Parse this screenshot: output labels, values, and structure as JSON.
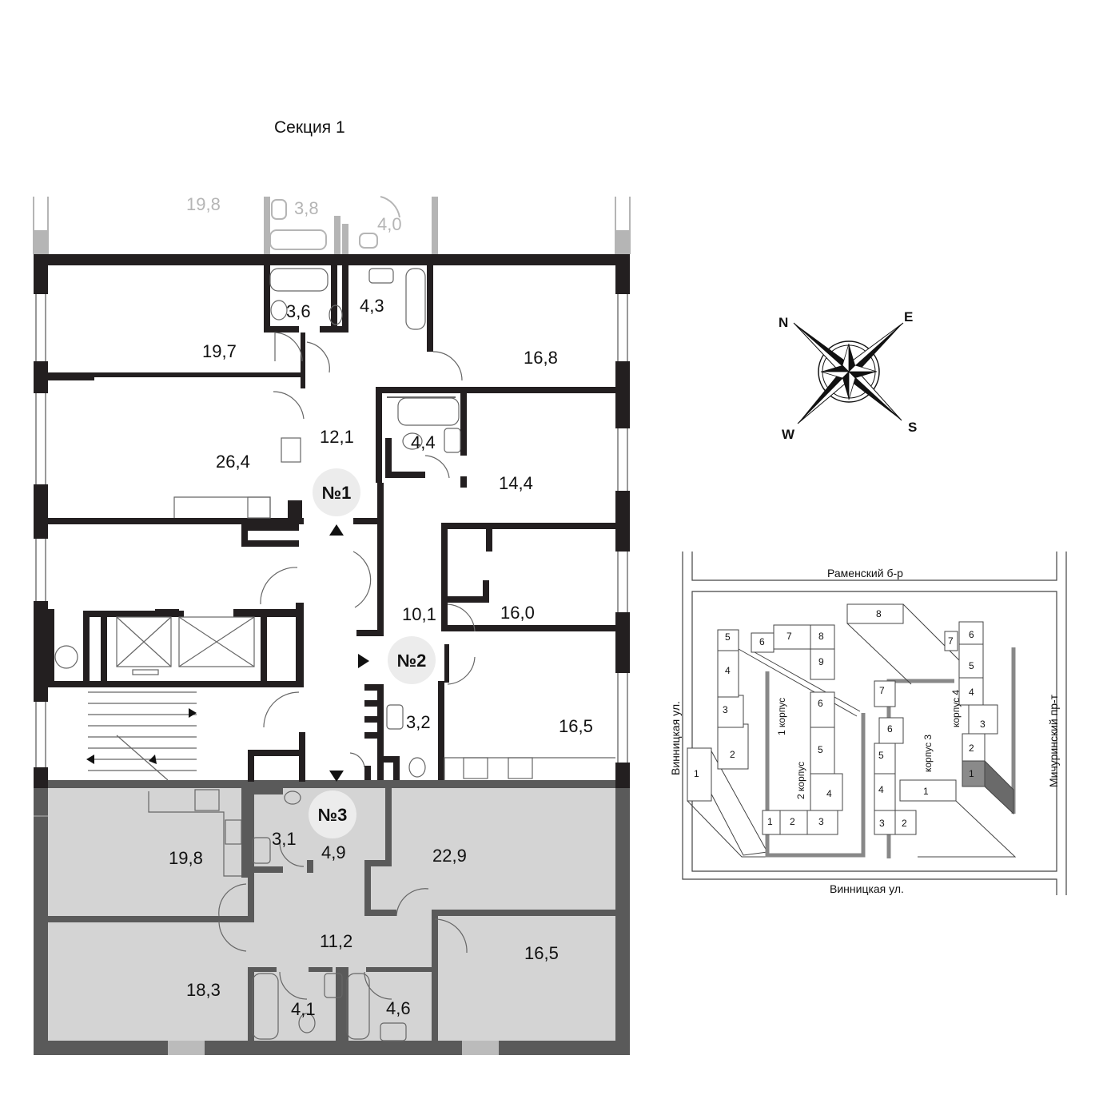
{
  "section_title": "Секция 1",
  "ghost_rooms": {
    "room_a": "19,8",
    "room_b": "3,8",
    "room_c": "4,0"
  },
  "rooms": {
    "r1": "19,7",
    "r2": "3,6",
    "r3": "4,3",
    "r4": "16,8",
    "r5": "26,4",
    "r6": "12,1",
    "r7": "4,4",
    "r8": "14,4",
    "r9": "16,0",
    "r10": "10,1",
    "r11": "16,5",
    "r12": "3,2",
    "r13": "19,8",
    "r14": "3,1",
    "r15": "4,9",
    "r16": "22,9",
    "r17": "11,2",
    "r18": "18,3",
    "r19": "4,1",
    "r20": "4,6",
    "r21": "16,5"
  },
  "apartments": {
    "a1": "№1",
    "a2": "№2",
    "a3": "№3"
  },
  "compass": {
    "n": "N",
    "e": "E",
    "s": "S",
    "w": "W"
  },
  "siteplan": {
    "street_top": "Раменский б-р",
    "street_bottom": "Винницкая ул.",
    "street_left": "Винницкая ул.",
    "street_right": "Мичуринский пр-т",
    "korpus1": "1 корпус",
    "korpus2": "2 корпус",
    "korpus3": "корпус 3",
    "korpus4": "корпус 4",
    "sections": {
      "k1_s1": "1",
      "k1_s2": "2",
      "k1_s3": "3",
      "k1_s4": "4",
      "k1_s5": "5",
      "k1_s6": "6",
      "k1_s7": "7",
      "k1_s8": "8",
      "k1_s9": "9",
      "k2_s1": "1",
      "k2_s2": "2",
      "k2_s3": "3",
      "k2_s4": "4",
      "k2_s5": "5",
      "k2_s6": "6",
      "k3_s1": "1",
      "k3_s2": "2",
      "k3_s3": "3",
      "k3_s4": "4",
      "k3_s5": "5",
      "k3_s6": "6",
      "k3_s7": "7",
      "k3_s8": "8",
      "k4_s1": "1",
      "k4_s2": "2",
      "k4_s3": "3",
      "k4_s4": "4",
      "k4_s5": "5",
      "k4_s6": "6",
      "k4_s7": "7"
    }
  },
  "colors": {
    "wall": "#231f20",
    "highlight_floor": "#d4d4d4",
    "ghost": "#b5b5b5",
    "selected_section": "#8a8a8a"
  }
}
